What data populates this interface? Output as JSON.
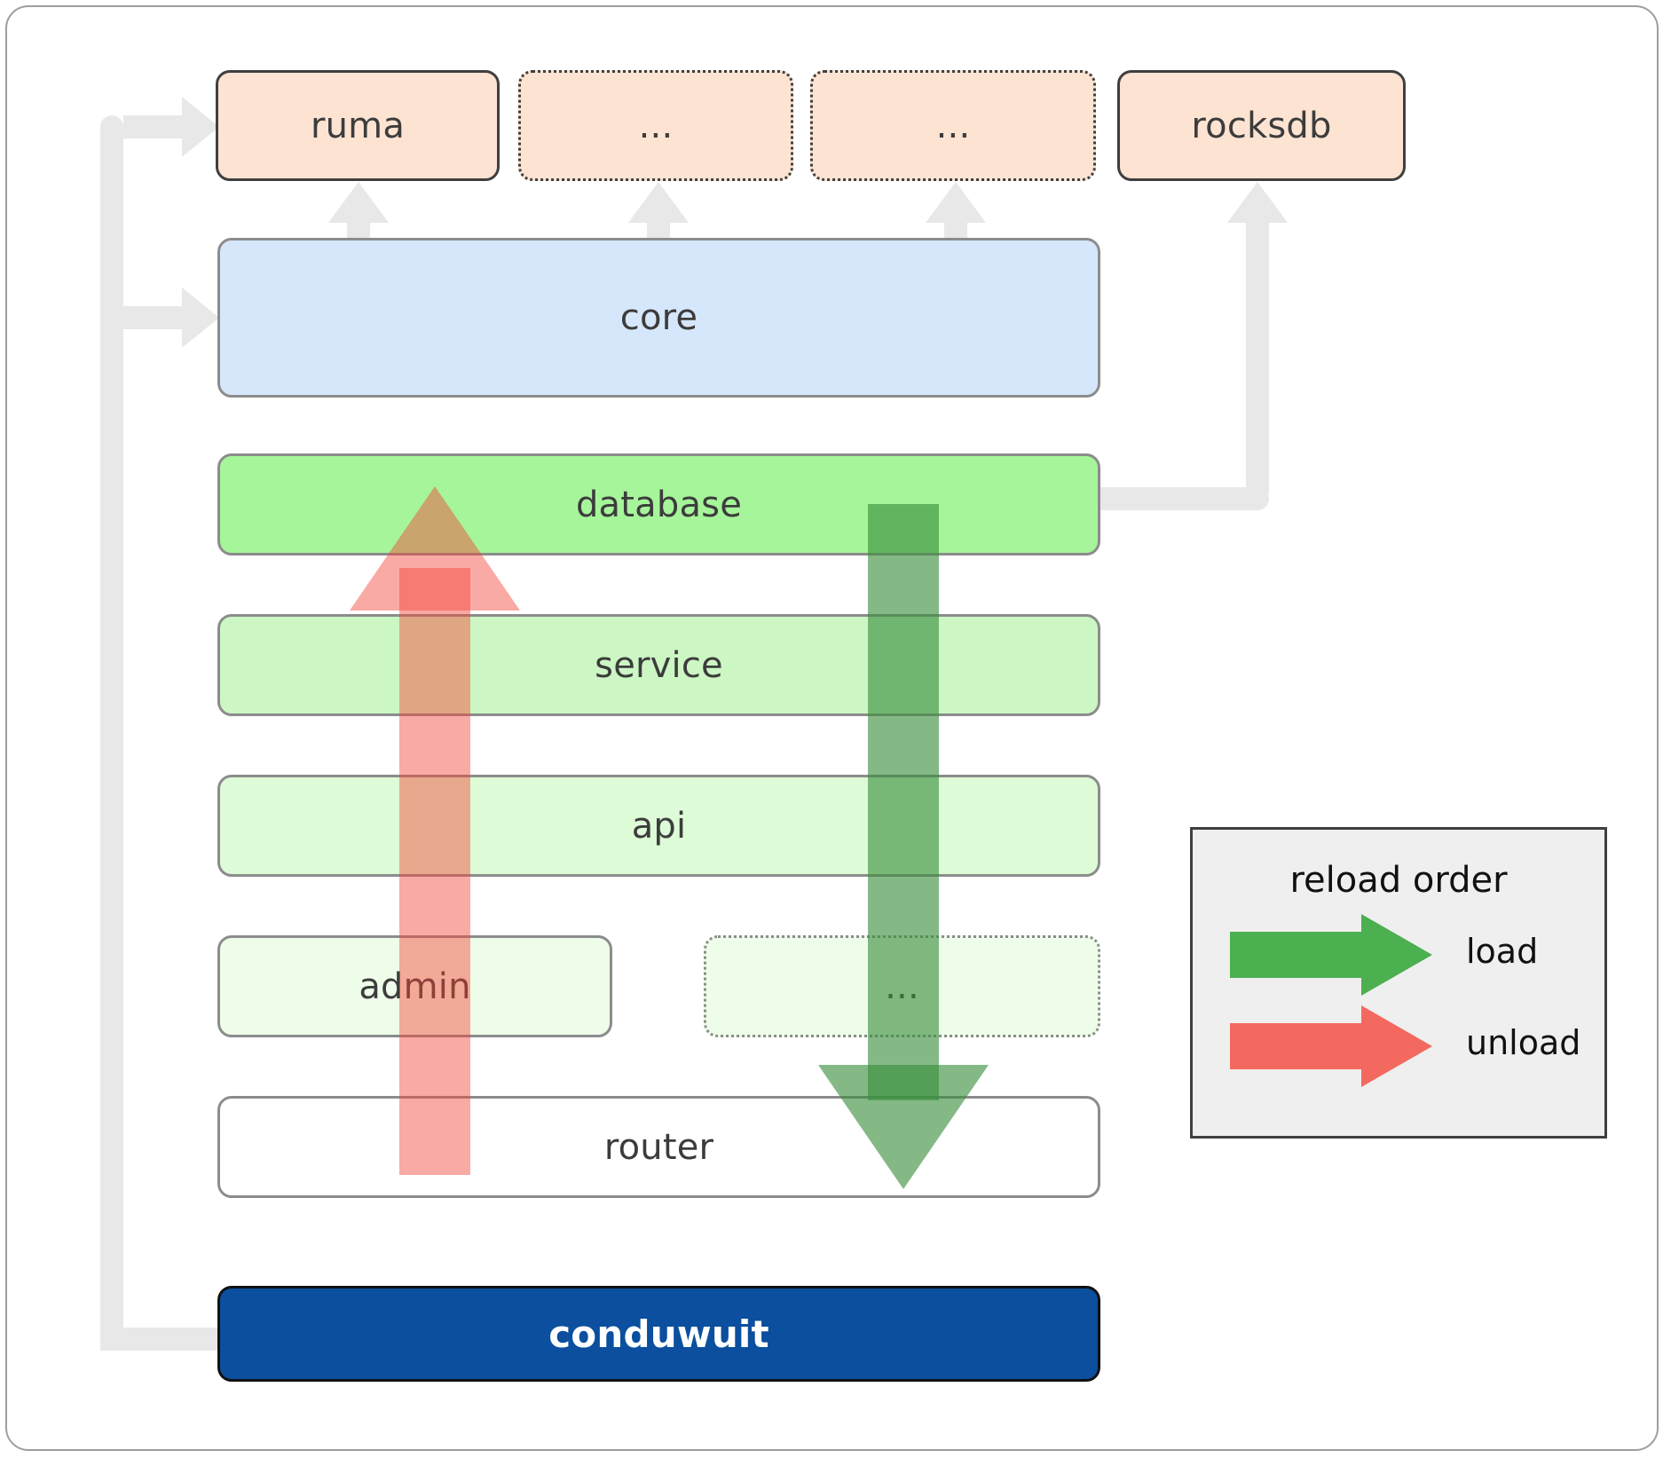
{
  "diagram": {
    "title": "conduwuit crate architecture / reload order",
    "top_crates": [
      {
        "label": "ruma",
        "style": "solid"
      },
      {
        "label": "...",
        "style": "dotted"
      },
      {
        "label": "...",
        "style": "dotted"
      },
      {
        "label": "rocksdb",
        "style": "solid"
      }
    ],
    "core": {
      "label": "core"
    },
    "layers": [
      {
        "label": "database",
        "style": "solid"
      },
      {
        "label": "service",
        "style": "solid"
      },
      {
        "label": "api",
        "style": "solid"
      }
    ],
    "bottom_layers": [
      {
        "label": "admin",
        "style": "solid"
      },
      {
        "label": "...",
        "style": "dotted"
      }
    ],
    "router": {
      "label": "router"
    },
    "binary": {
      "label": "conduwuit"
    },
    "legend": {
      "title": "reload order",
      "items": [
        {
          "label": "load",
          "color": "#4caf50"
        },
        {
          "label": "unload",
          "color": "#f4695f"
        }
      ]
    },
    "colors": {
      "crate_fill": "#fde3d2",
      "core_fill": "#d6e7fb",
      "database_fill": "#a6f59a",
      "service_fill": "#ccf7c4",
      "api_fill": "#ddfbd6",
      "admin_fill": "#eefde9",
      "router_fill": "#ffffff",
      "binary_fill": "#0b4f9e",
      "connector": "#e8e8e8",
      "load_arrow": "#388e3c",
      "unload_arrow": "#f44336",
      "legend_bg": "#efefef",
      "border_dark": "#3f3f3f",
      "border_gray": "#8c8c8c"
    }
  }
}
